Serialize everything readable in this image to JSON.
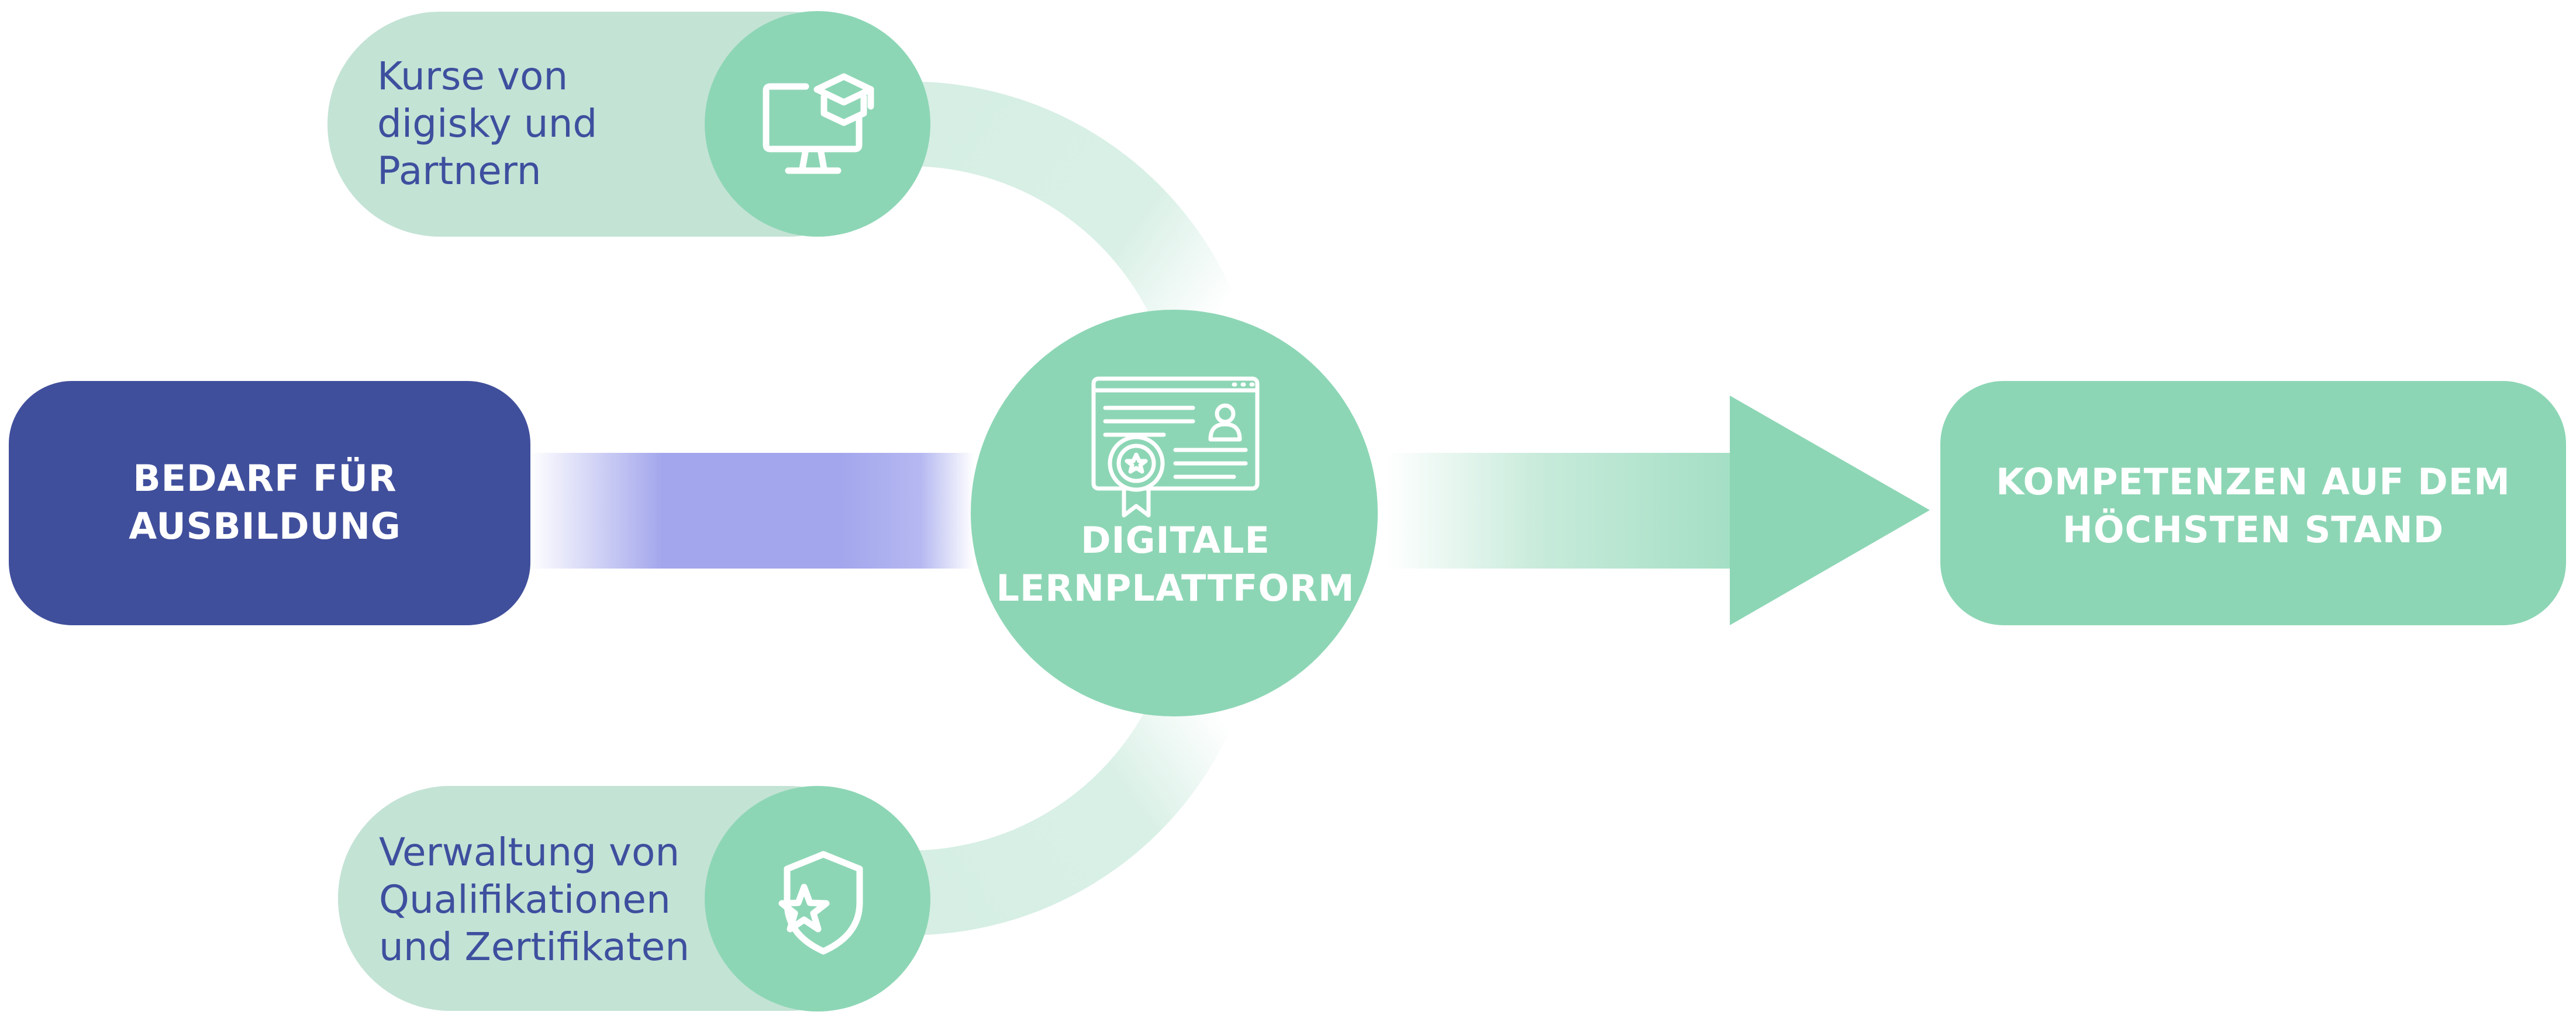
{
  "nodes": {
    "need": {
      "label": "BEDARF FÜR\nAUSBILDUNG"
    },
    "courses": {
      "label": "Kurse von\ndigisky und\nPartnern",
      "icon": "monitor-graduation-cap-icon"
    },
    "admin": {
      "label": "Verwaltung von\nQualifikationen\nund Zertifikaten",
      "icon": "shield-star-icon"
    },
    "hub": {
      "label": "DIGITALE\nLERNPLATTFORM",
      "icon": "certificate-icon"
    },
    "result": {
      "label": "KOMPETENZEN AUF DEM\nHÖCHSTEN STAND"
    }
  },
  "colors": {
    "navy": "#404f9c",
    "mint": "#8dd6b5",
    "pale_mint": "#c3e3d5",
    "lavender": "#a3a6ec",
    "text_blue": "#3d4f9e"
  }
}
